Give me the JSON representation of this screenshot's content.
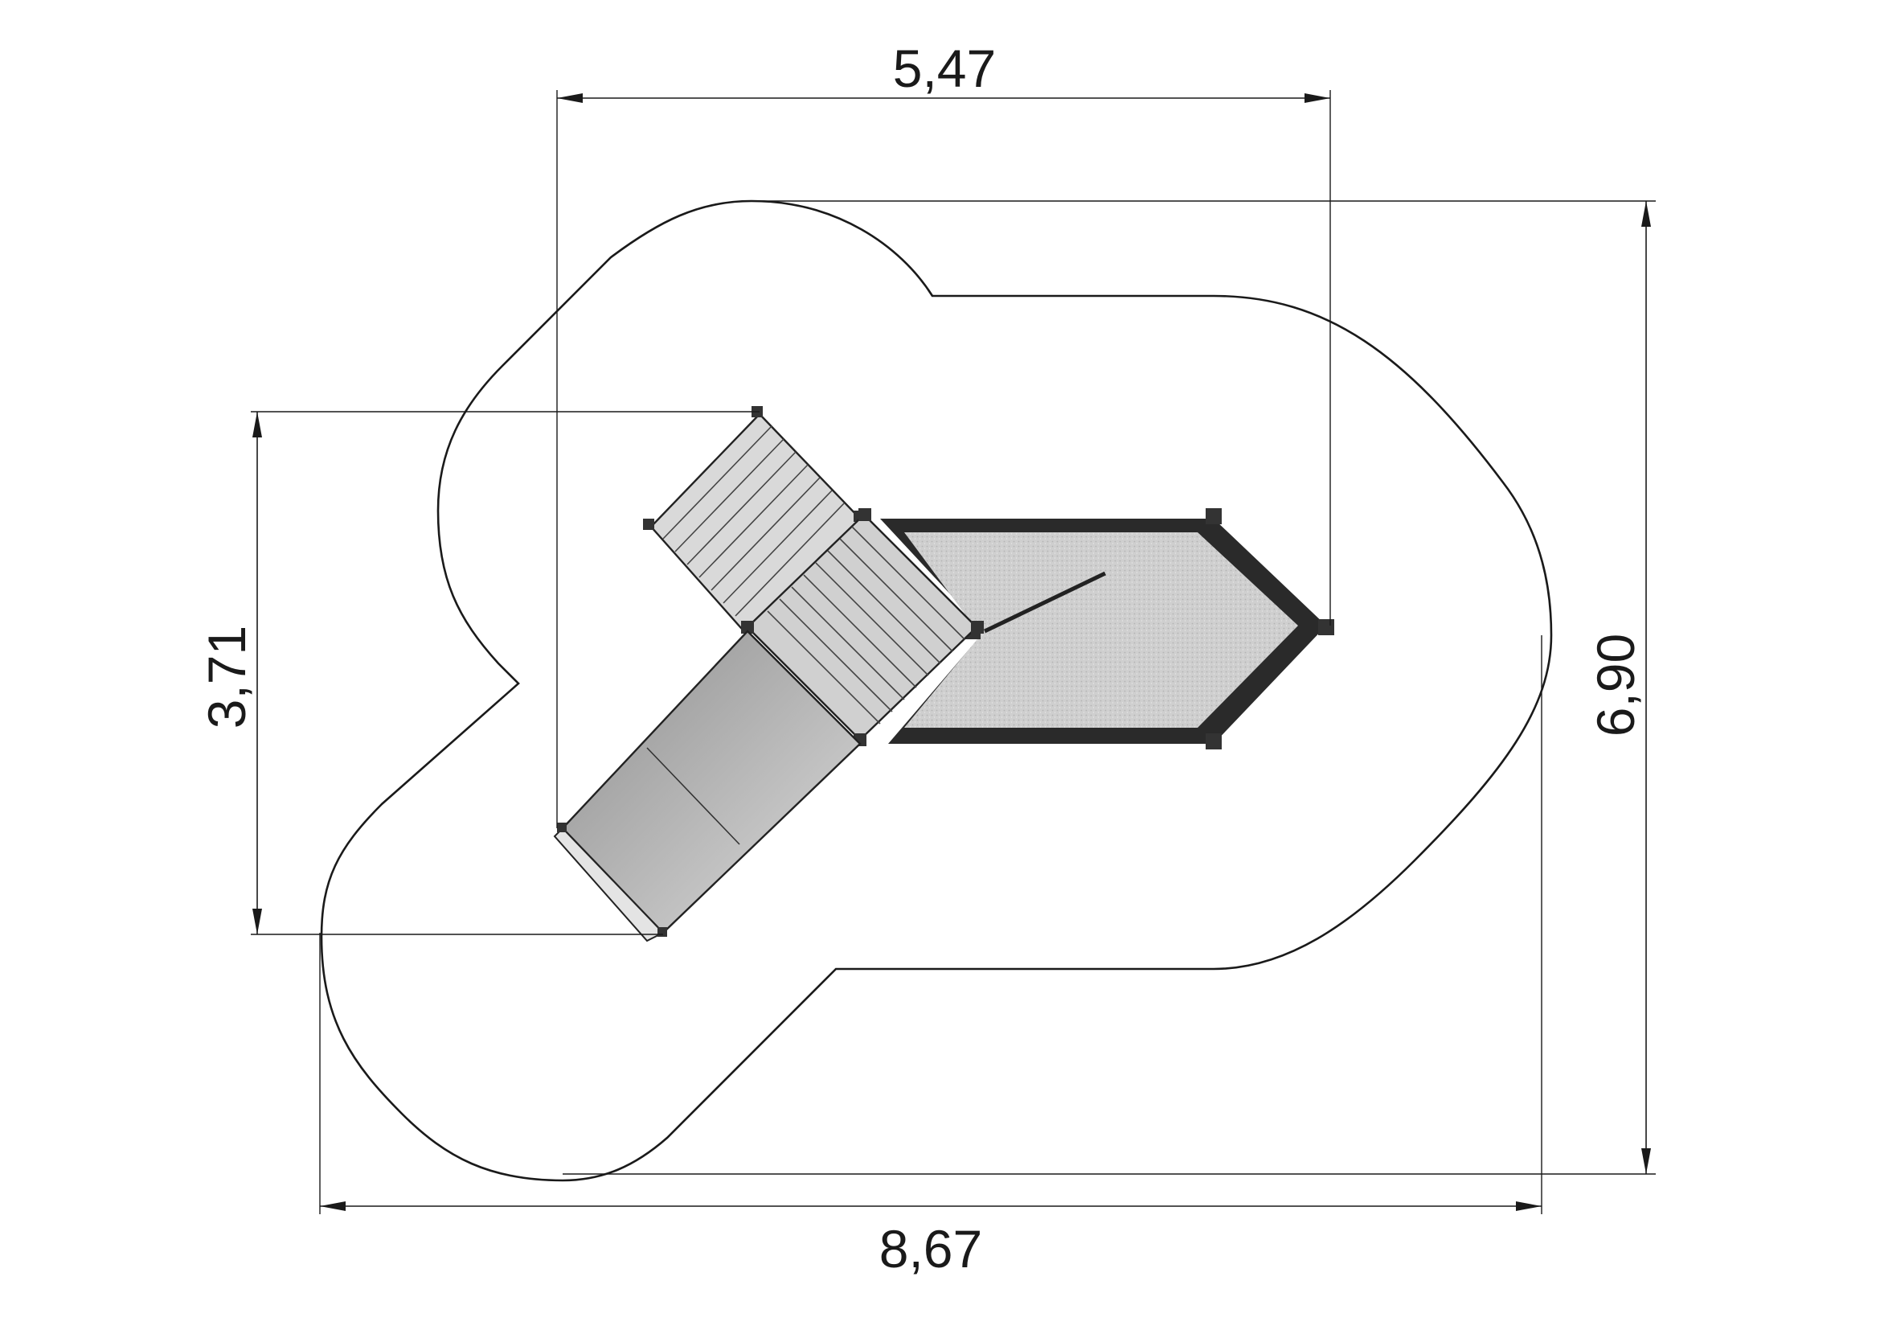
{
  "dimensions": {
    "top_width": "5,47",
    "left_height": "3,71",
    "right_height": "6,90",
    "bottom_width": "8,67"
  },
  "colors": {
    "line": "#1a1a1a",
    "sand": "#c9c9c9",
    "deck": "#d4d4d4",
    "slide": "#bdbdbd",
    "dark": "#2a2a2a"
  }
}
